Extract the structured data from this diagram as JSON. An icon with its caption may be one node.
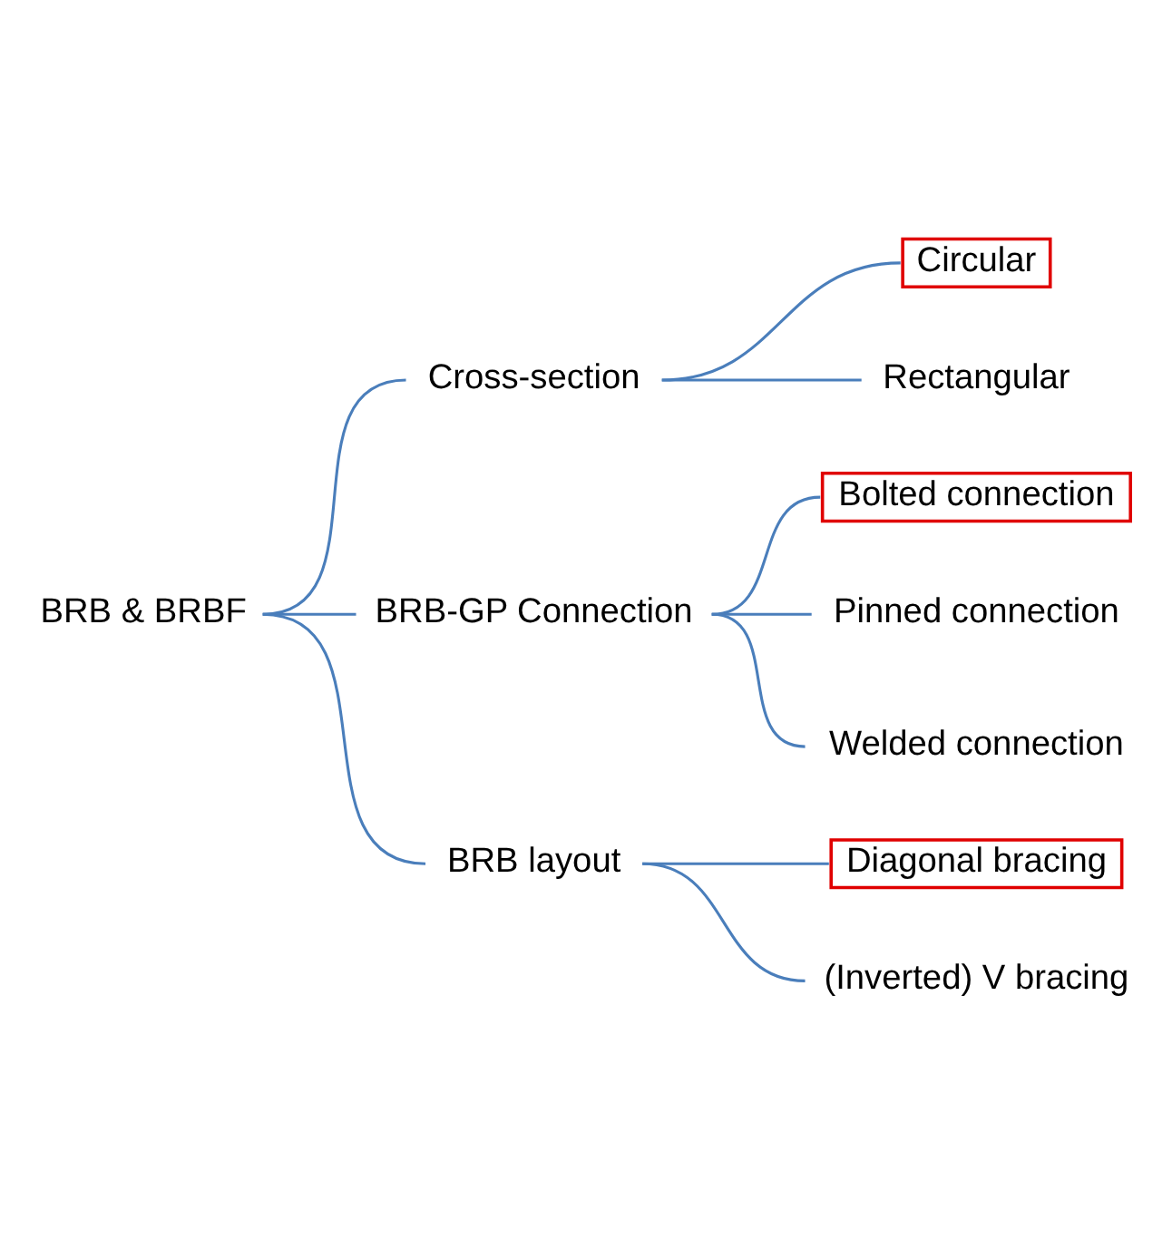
{
  "diagram": {
    "nodes": [
      {
        "text": [
          "BRB & BRBF"
        ]
      },
      {
        "text": [
          "Cross-section"
        ]
      },
      {
        "text": [
          "BRB-GP Connection"
        ]
      },
      {
        "text": [
          "BRB layout"
        ]
      },
      {
        "text": [
          "Circular"
        ]
      },
      {
        "text": [
          "Rectangular"
        ]
      },
      {
        "text": [
          "Bolted connection"
        ]
      },
      {
        "text": [
          "Pinned connection"
        ]
      },
      {
        "text": [
          "Welded connection"
        ]
      },
      {
        "text": [
          "Diagonal bracing"
        ]
      },
      {
        "text": [
          "(Inverted) V bracing"
        ]
      }
    ],
    "edges": [
      {
        "from": 0,
        "to": 1,
        "arrow": "none"
      },
      {
        "from": 0,
        "to": 2,
        "arrow": "none"
      },
      {
        "from": 0,
        "to": 3,
        "arrow": "none"
      },
      {
        "from": 1,
        "to": 4,
        "arrow": "none"
      },
      {
        "from": 1,
        "to": 5,
        "arrow": "none"
      },
      {
        "from": 2,
        "to": 6,
        "arrow": "none"
      },
      {
        "from": 2,
        "to": 7,
        "arrow": "none"
      },
      {
        "from": 2,
        "to": 8,
        "arrow": "none"
      },
      {
        "from": 3,
        "to": 9,
        "arrow": "none"
      },
      {
        "from": 3,
        "to": 10,
        "arrow": "none"
      }
    ]
  }
}
